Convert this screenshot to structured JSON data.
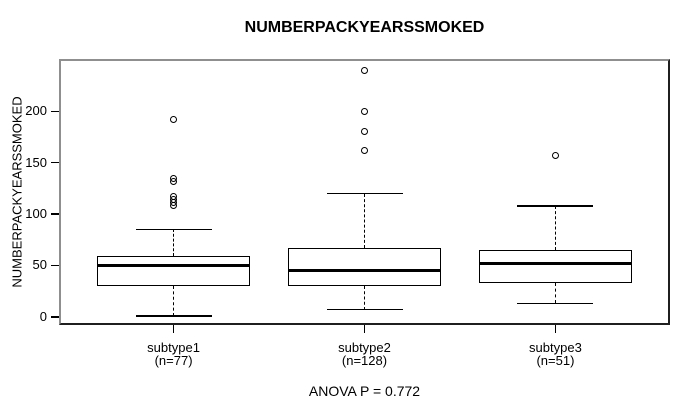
{
  "chart_data": {
    "type": "boxplot",
    "title": "NUMBERPACKYEARSSMOKED",
    "y_axis_label": "NUMBERPACKYEARSSMOKED",
    "footer": "ANOVA P = 0.772",
    "y_ticks": [
      0,
      50,
      100,
      150,
      200
    ],
    "ylim": [
      -8,
      251
    ],
    "xlim": [
      0.4,
      3.6
    ],
    "box_width": 0.8,
    "cap_width": 0.4,
    "grid": false,
    "colors": {
      "foreground": "#000000",
      "background": "#ffffff",
      "frame_top_left": "#8f8f8f",
      "frame_bottom_right": "#1f1f1f"
    },
    "groups": [
      {
        "label": "subtype1",
        "sublabel": "(n=77)",
        "n": 77,
        "position": 1,
        "whisker_low": 1,
        "q1": 30,
        "median": 50,
        "q3": 59,
        "whisker_high": 85,
        "outliers": [
          108,
          111,
          114,
          117,
          132,
          135,
          192
        ]
      },
      {
        "label": "subtype2",
        "sublabel": "(n=128)",
        "n": 128,
        "position": 2,
        "whisker_low": 7,
        "q1": 30,
        "median": 45,
        "q3": 67,
        "whisker_high": 120,
        "outliers": [
          162,
          180,
          200,
          240
        ]
      },
      {
        "label": "subtype3",
        "sublabel": "(n=51)",
        "n": 51,
        "position": 3,
        "whisker_low": 13,
        "q1": 33,
        "median": 52,
        "q3": 65,
        "whisker_high": 108,
        "outliers": [
          157
        ]
      }
    ]
  }
}
